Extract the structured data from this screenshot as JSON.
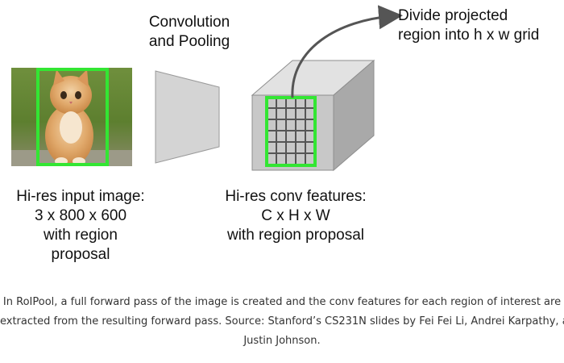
{
  "diagram": {
    "step_label": [
      "Convolution",
      "and Pooling"
    ],
    "grid_label": [
      "Divide projected",
      "region into h x w grid"
    ],
    "input_label": [
      "Hi-res input image:",
      "3 x 800 x 600",
      "with region",
      "proposal"
    ],
    "features_label": [
      "Hi-res conv features:",
      "C x H x W",
      "with region proposal"
    ],
    "colors": {
      "proposal_box": "#33e633",
      "grid_lines": "#555555",
      "cube_front": "#c8c8c8",
      "cube_top": "#e2e2e2",
      "cube_side": "#a9a9a9",
      "trapezoid": "#d4d4d4",
      "arrow": "#555555"
    }
  },
  "caption": {
    "lines": [
      "In RoIPool, a full forward pass of the image is created and the conv features for each region of interest are",
      "extracted from the resulting forward pass. Source: Stanford’s CS231N slides by Fei Fei Li, Andrei Karpathy, and",
      "Justin Johnson."
    ]
  }
}
